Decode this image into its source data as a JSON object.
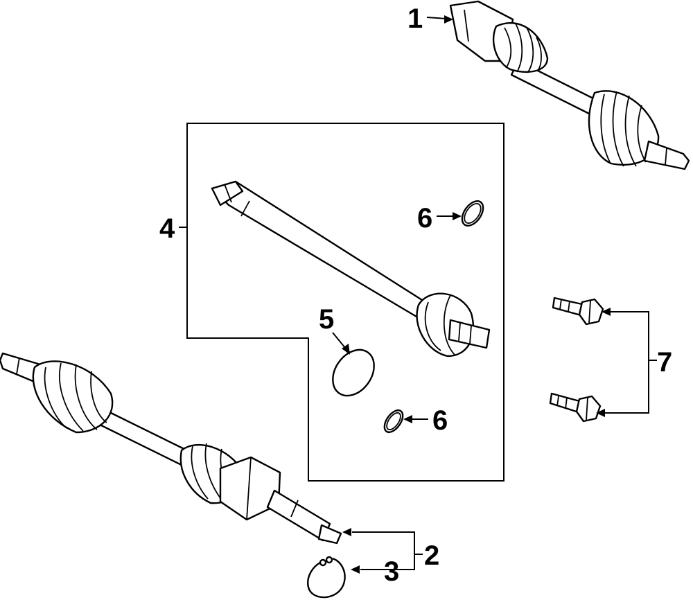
{
  "callouts": {
    "c1": "1",
    "c2": "2",
    "c3": "3",
    "c4": "4",
    "c5": "5",
    "c6a": "6",
    "c6b": "6",
    "c7": "7"
  }
}
